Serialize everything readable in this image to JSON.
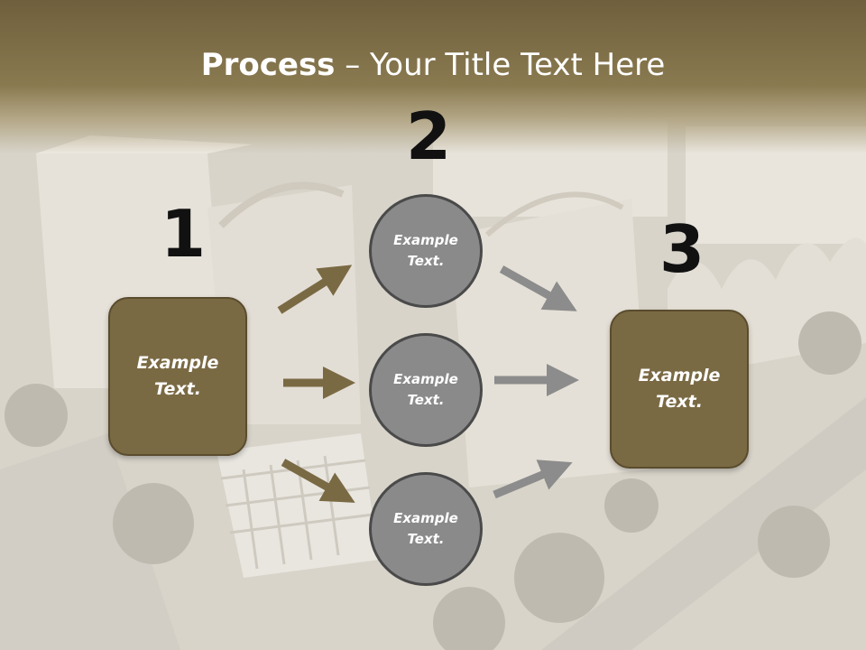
{
  "title": {
    "bold": "Process",
    "rest": " – Your Title Text Here"
  },
  "steps": [
    {
      "number": "1",
      "text_line1": "Example",
      "text_line2": "Text."
    },
    {
      "number": "2"
    },
    {
      "number": "3",
      "text_line1": "Example",
      "text_line2": "Text."
    }
  ],
  "circles": [
    {
      "line1": "Example",
      "line2": "Text."
    },
    {
      "line1": "Example",
      "line2": "Text."
    },
    {
      "line1": "Example",
      "line2": "Text."
    }
  ],
  "colors": {
    "box_fill": "#7a6a44",
    "circle_fill": "#8a8a8a",
    "arrow_brown": "#7a6a44",
    "arrow_gray": "#8c8c8c"
  }
}
